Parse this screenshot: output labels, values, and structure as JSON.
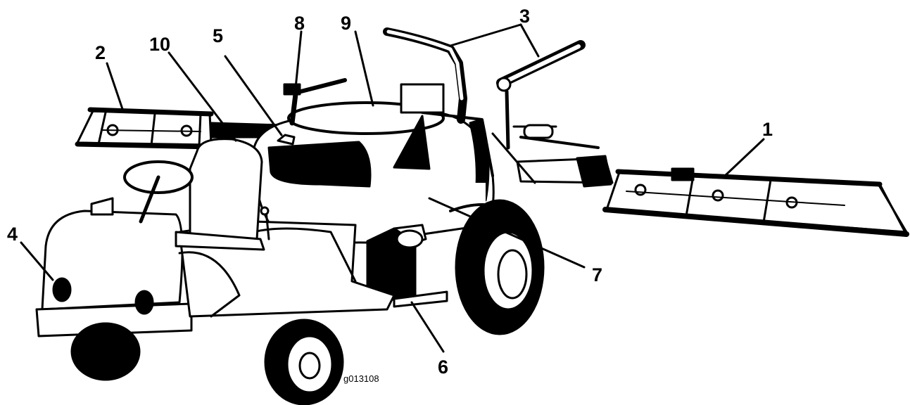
{
  "diagram": {
    "callouts": [
      {
        "id": "c1",
        "label": "1"
      },
      {
        "id": "c2",
        "label": "2"
      },
      {
        "id": "c3",
        "label": "3"
      },
      {
        "id": "c4",
        "label": "4"
      },
      {
        "id": "c5",
        "label": "5"
      },
      {
        "id": "c6",
        "label": "6"
      },
      {
        "id": "c7",
        "label": "7"
      },
      {
        "id": "c8",
        "label": "8"
      },
      {
        "id": "c9",
        "label": "9"
      },
      {
        "id": "c10",
        "label": "10"
      }
    ],
    "figure_id": "g013108"
  },
  "colors": {
    "ink": "#000000",
    "paper": "#ffffff"
  }
}
